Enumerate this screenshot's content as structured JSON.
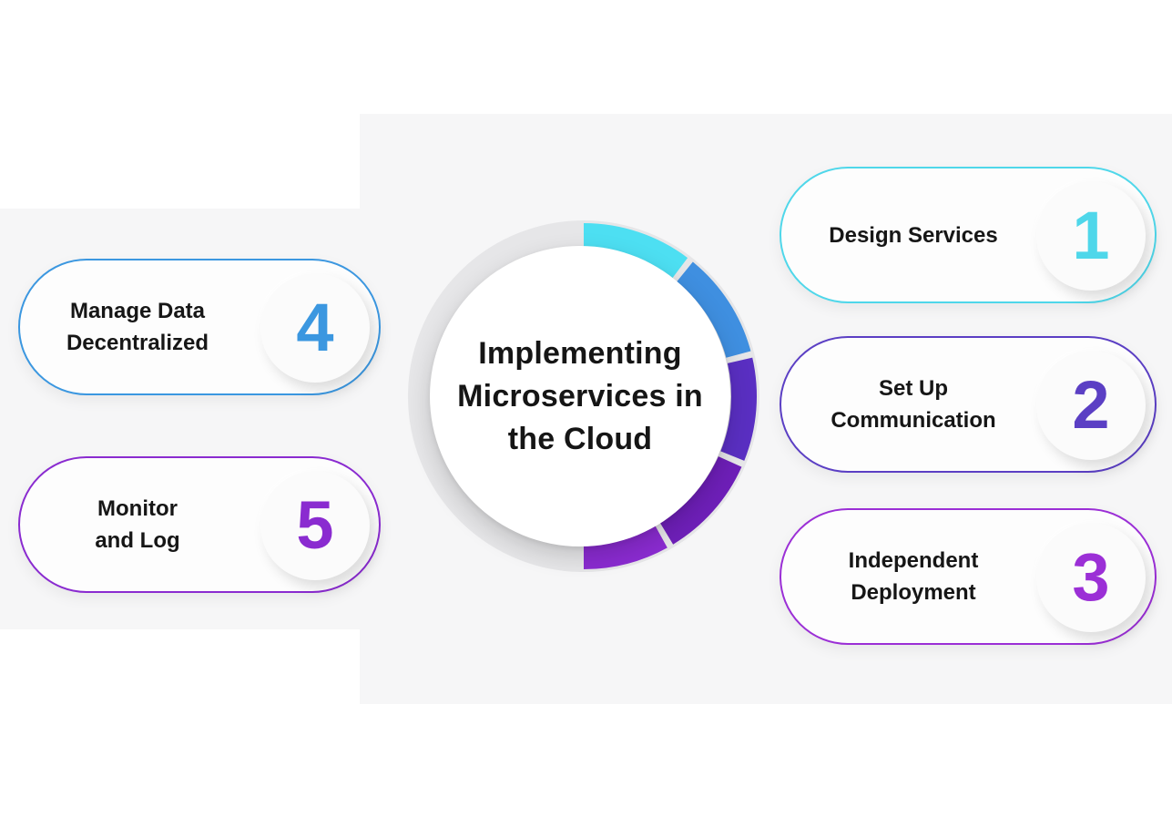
{
  "hub": {
    "title": "Implementing\nMicroservices in\nthe Cloud"
  },
  "steps": [
    {
      "number": "1",
      "label": "Design Services",
      "color": "#4fd7ea"
    },
    {
      "number": "2",
      "label": "Set Up\nCommunication",
      "color": "#5b3fc4"
    },
    {
      "number": "3",
      "label": "Independent\nDeployment",
      "color": "#9b2fd6"
    },
    {
      "number": "4",
      "label": "Manage Data\nDecentralized",
      "color": "#3b97e0"
    },
    {
      "number": "5",
      "label": "Monitor\nand Log",
      "color": "#8a2bd0"
    }
  ],
  "ring_colors": [
    "#4ddff2",
    "#3f8fe0",
    "#5a2fc2",
    "#6e1fb8",
    "#8a2bd0",
    "#e6e6e8"
  ]
}
